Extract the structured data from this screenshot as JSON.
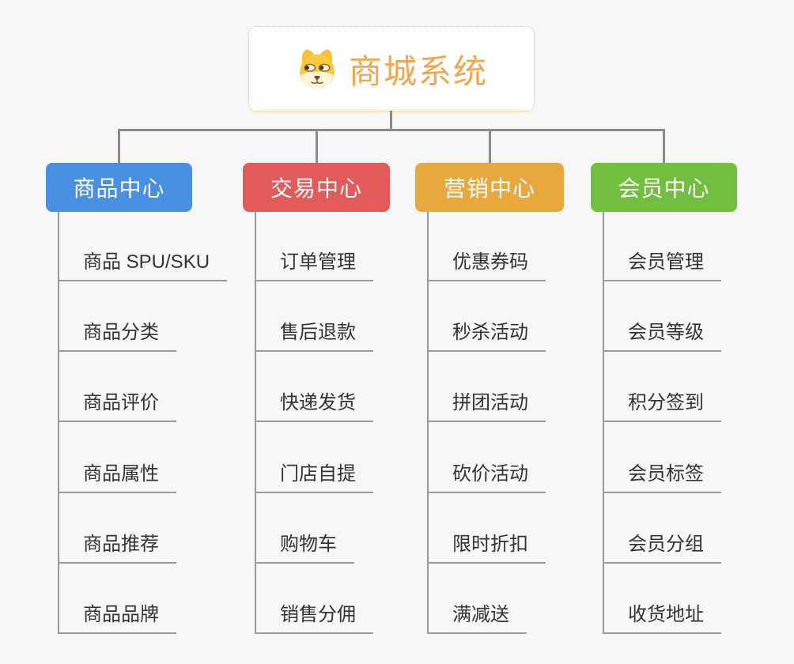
{
  "root": {
    "title": "商城系统",
    "icon": "shiba-dog-icon",
    "title_color": "#F0A84E",
    "border_color": "#EAB764"
  },
  "colors": {
    "connector": "#8A8A8A",
    "child_line": "#9A9A9A",
    "item_text": "#333333",
    "canvas_background": "#F7F7F7"
  },
  "branches": [
    {
      "label": "商品中心",
      "color": "#4A90E2",
      "items": [
        "商品 SPU/SKU",
        "商品分类",
        "商品评价",
        "商品属性",
        "商品推荐",
        "商品品牌"
      ]
    },
    {
      "label": "交易中心",
      "color": "#E25B5B",
      "items": [
        "订单管理",
        "售后退款",
        "快递发货",
        "门店自提",
        "购物车",
        "销售分佣"
      ]
    },
    {
      "label": "营销中心",
      "color": "#E9A83E",
      "items": [
        "优惠券码",
        "秒杀活动",
        "拼团活动",
        "砍价活动",
        "限时折扣",
        "满减送"
      ]
    },
    {
      "label": "会员中心",
      "color": "#72BF40",
      "items": [
        "会员管理",
        "会员等级",
        "积分签到",
        "会员标签",
        "会员分组",
        "收货地址"
      ]
    }
  ]
}
